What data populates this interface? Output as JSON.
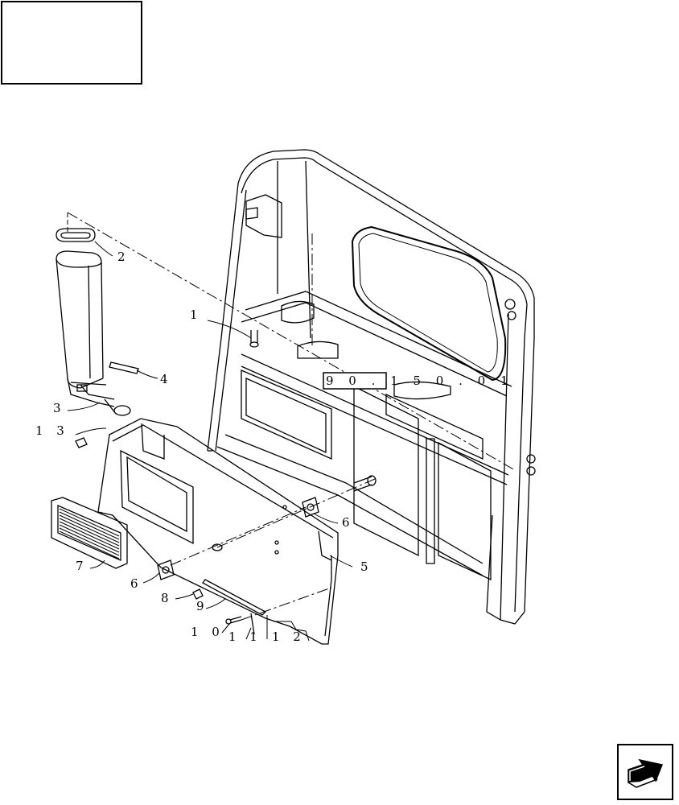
{
  "diagram": {
    "reference_label": "9 0 . 1 5 0 . 0 1",
    "callouts": [
      {
        "id": "1",
        "label": "1"
      },
      {
        "id": "2",
        "label": "2"
      },
      {
        "id": "3",
        "label": "3"
      },
      {
        "id": "4",
        "label": "4"
      },
      {
        "id": "5",
        "label": "5"
      },
      {
        "id": "6a",
        "label": "6"
      },
      {
        "id": "6b",
        "label": "6"
      },
      {
        "id": "7",
        "label": "7"
      },
      {
        "id": "8",
        "label": "8"
      },
      {
        "id": "9",
        "label": "9"
      },
      {
        "id": "10",
        "label": "1 0"
      },
      {
        "id": "11",
        "label": "1 1"
      },
      {
        "id": "12",
        "label": "1 2"
      },
      {
        "id": "13",
        "label": "1 3"
      }
    ]
  },
  "navigation": {
    "next_page_icon": "arrow-next-icon"
  }
}
